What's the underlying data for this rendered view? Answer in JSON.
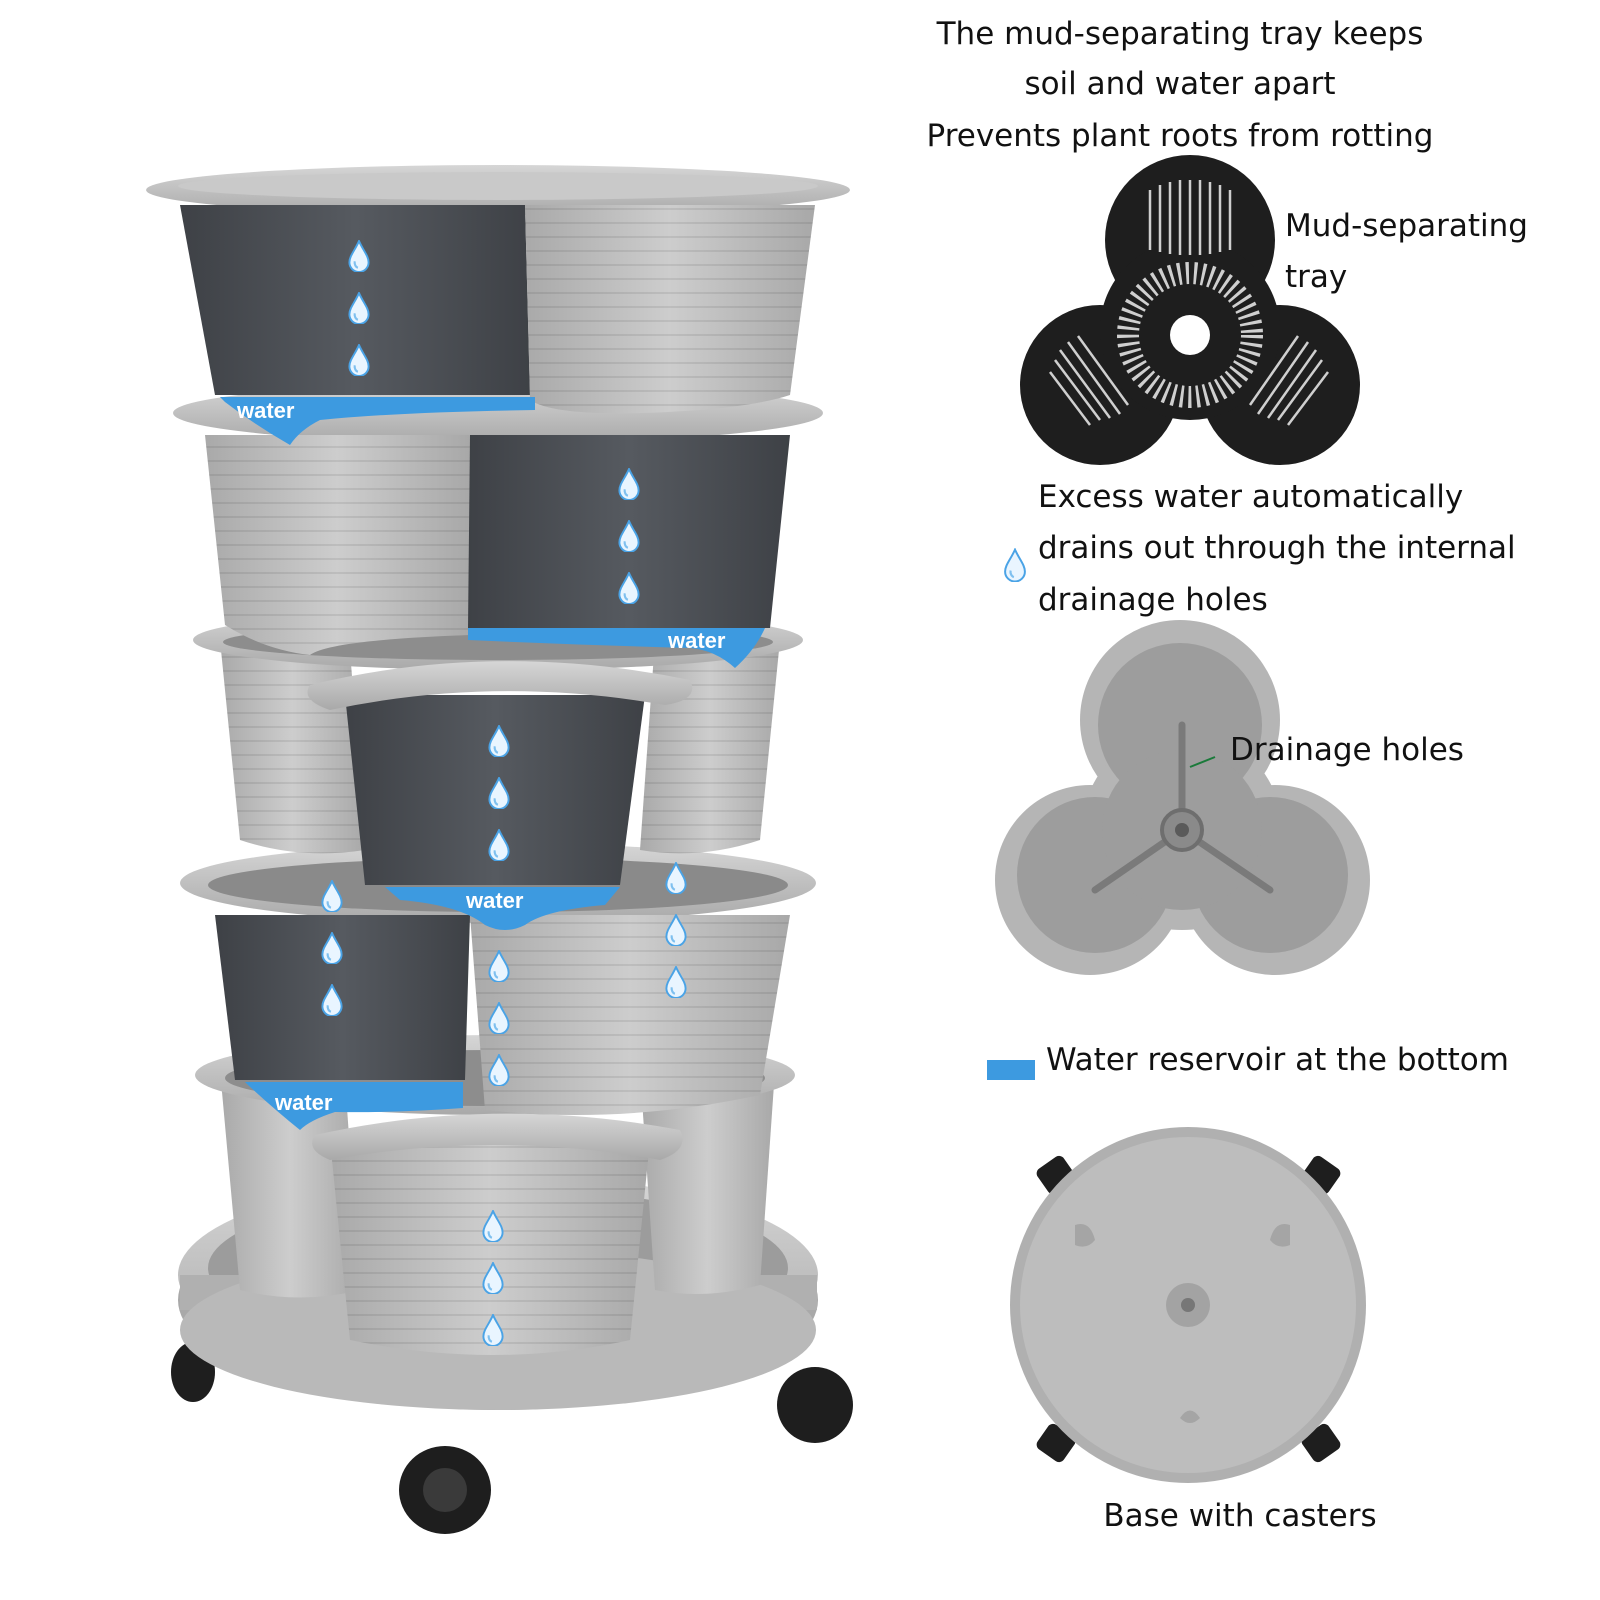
{
  "header": {
    "line1": "The mud-separating tray keeps",
    "line2": "soil and water apart",
    "line3": "Prevents plant roots from rotting"
  },
  "tray": {
    "line1": "Mud-separating",
    "line2": "tray"
  },
  "drain": {
    "line1": "Excess water automatically",
    "line2": "drains out through the internal",
    "line3": "drainage holes"
  },
  "drainage_holes_label": "Drainage holes",
  "reservoir_label": "Water reservoir at the bottom",
  "base_label": "Base with casters",
  "water_label": "water",
  "colors": {
    "water": "#3d9ae0",
    "pot_gray": "#b7b7b7",
    "pot_dark": "#4a4d52",
    "tray_black": "#1e1e1e"
  }
}
